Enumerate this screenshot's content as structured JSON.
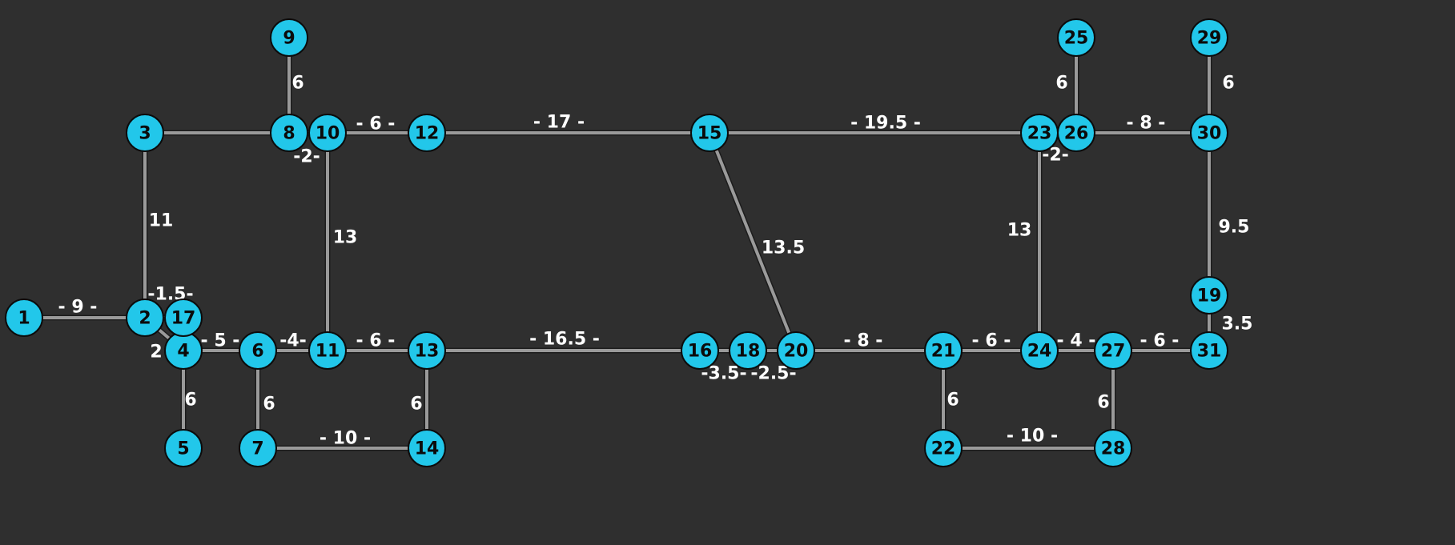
{
  "colors": {
    "background": "#2f2f2f",
    "node_fill": "#22c7ea",
    "node_text": "#0b0b0b",
    "edge": "#9a9a9a",
    "edge_text": "#ffffff"
  },
  "nodes": [
    {
      "id": "1"
    },
    {
      "id": "2"
    },
    {
      "id": "3"
    },
    {
      "id": "4"
    },
    {
      "id": "5"
    },
    {
      "id": "6"
    },
    {
      "id": "7"
    },
    {
      "id": "8"
    },
    {
      "id": "9"
    },
    {
      "id": "10"
    },
    {
      "id": "11"
    },
    {
      "id": "12"
    },
    {
      "id": "13"
    },
    {
      "id": "14"
    },
    {
      "id": "15"
    },
    {
      "id": "16"
    },
    {
      "id": "17"
    },
    {
      "id": "18"
    },
    {
      "id": "19"
    },
    {
      "id": "20"
    },
    {
      "id": "21"
    },
    {
      "id": "22"
    },
    {
      "id": "23"
    },
    {
      "id": "24"
    },
    {
      "id": "25"
    },
    {
      "id": "26"
    },
    {
      "id": "27"
    },
    {
      "id": "28"
    },
    {
      "id": "29"
    },
    {
      "id": "30"
    },
    {
      "id": "31"
    }
  ],
  "edges": [
    {
      "from": "1",
      "to": "2",
      "label": "- 9 -"
    },
    {
      "from": "2",
      "to": "3",
      "label": "11"
    },
    {
      "from": "2",
      "to": "17",
      "label": "-1.5-"
    },
    {
      "from": "2",
      "to": "4",
      "label": "2"
    },
    {
      "from": "4",
      "to": "5",
      "label": "6"
    },
    {
      "from": "4",
      "to": "6",
      "label": "- 5 -"
    },
    {
      "from": "6",
      "to": "7",
      "label": "6"
    },
    {
      "from": "6",
      "to": "11",
      "label": "-4-"
    },
    {
      "from": "7",
      "to": "14",
      "label": "- 10 -"
    },
    {
      "from": "3",
      "to": "8",
      "label": ""
    },
    {
      "from": "8",
      "to": "9",
      "label": "6"
    },
    {
      "from": "8",
      "to": "10",
      "label": "-2-"
    },
    {
      "from": "10",
      "to": "12",
      "label": "- 6 -"
    },
    {
      "from": "10",
      "to": "11",
      "label": "13"
    },
    {
      "from": "11",
      "to": "13",
      "label": "- 6 -"
    },
    {
      "from": "13",
      "to": "14",
      "label": "6"
    },
    {
      "from": "12",
      "to": "15",
      "label": "- 17 -"
    },
    {
      "from": "13",
      "to": "16",
      "label": "- 16.5 -"
    },
    {
      "from": "15",
      "to": "23",
      "label": "- 19.5 -"
    },
    {
      "from": "15",
      "to": "20",
      "label": "13.5"
    },
    {
      "from": "16",
      "to": "18",
      "label": "-3.5-"
    },
    {
      "from": "18",
      "to": "20",
      "label": "-2.5-"
    },
    {
      "from": "20",
      "to": "21",
      "label": "- 8 -"
    },
    {
      "from": "21",
      "to": "22",
      "label": "6"
    },
    {
      "from": "21",
      "to": "24",
      "label": "- 6 -"
    },
    {
      "from": "22",
      "to": "28",
      "label": "- 10 -"
    },
    {
      "from": "23",
      "to": "26",
      "label": "-2-"
    },
    {
      "from": "23",
      "to": "24",
      "label": "13"
    },
    {
      "from": "24",
      "to": "27",
      "label": "- 4 -"
    },
    {
      "from": "25",
      "to": "26",
      "label": "6"
    },
    {
      "from": "26",
      "to": "30",
      "label": "- 8 -"
    },
    {
      "from": "27",
      "to": "28",
      "label": "6"
    },
    {
      "from": "27",
      "to": "31",
      "label": "- 6 -"
    },
    {
      "from": "29",
      "to": "30",
      "label": "6"
    },
    {
      "from": "30",
      "to": "19",
      "label": "9.5"
    },
    {
      "from": "19",
      "to": "31",
      "label": "3.5"
    }
  ]
}
